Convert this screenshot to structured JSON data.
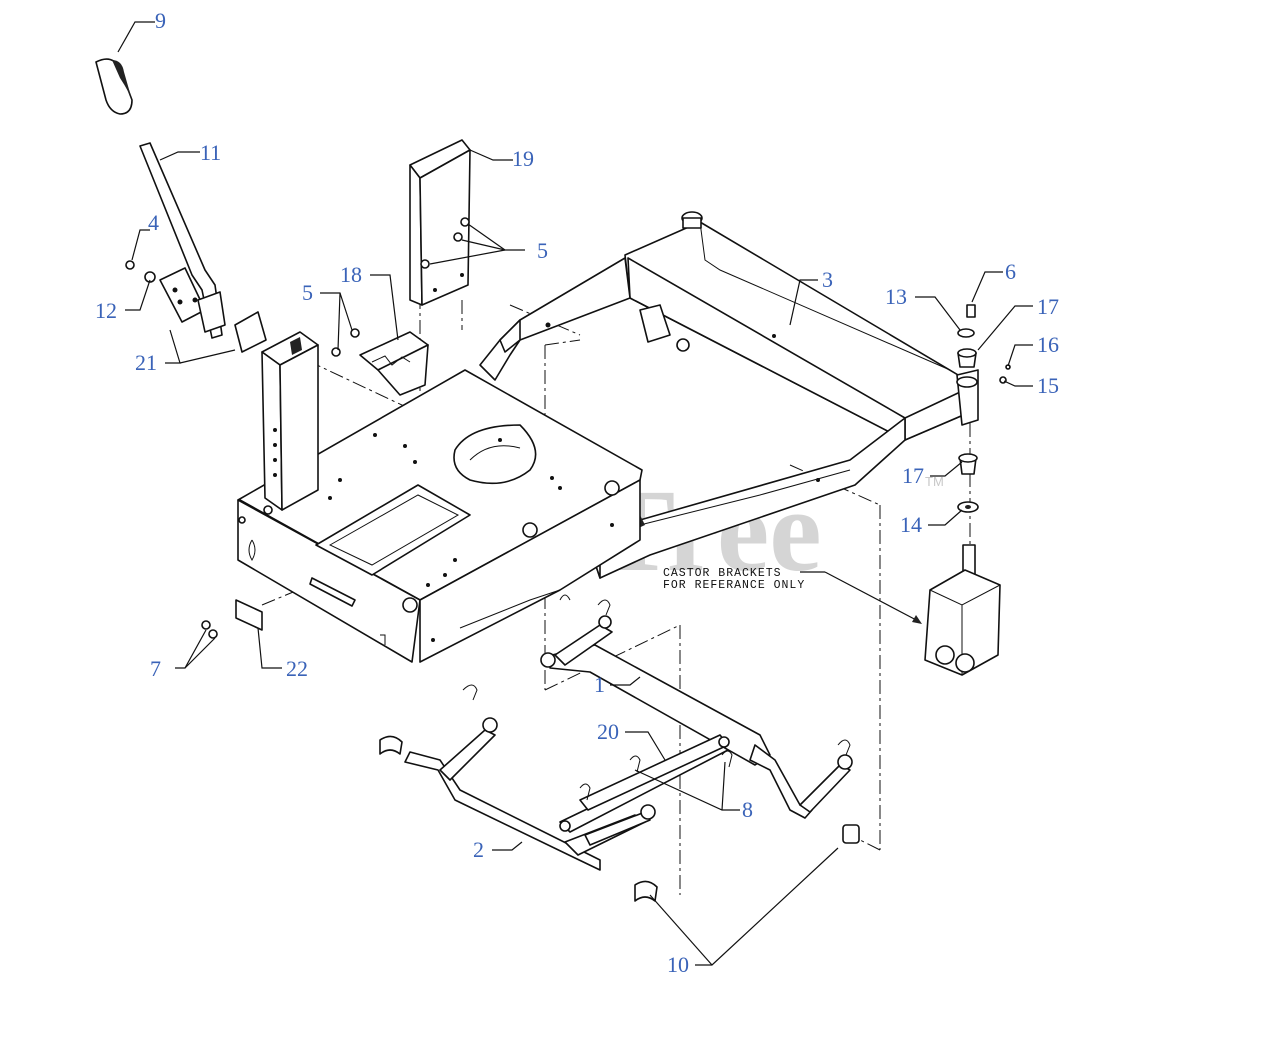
{
  "callout_color": "#3a63b8",
  "watermark": {
    "text": "PartsTree",
    "trademark": "TM",
    "color": "#c8c8c8"
  },
  "note": {
    "line1": "CASTOR BRACKETS",
    "line2": "FOR REFERANCE ONLY"
  },
  "callouts": {
    "c1": "1",
    "c2": "2",
    "c3": "3",
    "c4": "4",
    "c5a": "5",
    "c5b": "5",
    "c6": "6",
    "c7": "7",
    "c8": "8",
    "c9": "9",
    "c10": "10",
    "c11": "11",
    "c12": "12",
    "c13": "13",
    "c14": "14",
    "c15": "15",
    "c16": "16",
    "c17a": "17",
    "c17b": "17",
    "c18": "18",
    "c19": "19",
    "c20": "20",
    "c21": "21",
    "c22": "22"
  }
}
